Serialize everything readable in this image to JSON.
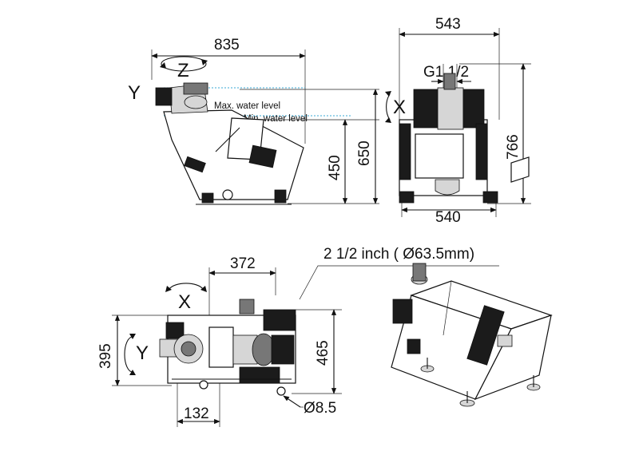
{
  "dimensions": {
    "side_width": "835",
    "side_height_water": "450",
    "side_height_total": "650",
    "front_width_top": "543",
    "front_width_base": "540",
    "front_height": "766",
    "front_port": "G1 1/2",
    "top_depth": "372",
    "top_height_left": "395",
    "top_height_right": "465",
    "top_offset": "132",
    "hole_dia": "Ø8.5",
    "outlet_note": "2 1/2 inch ( Ø63.5mm)"
  },
  "axes": {
    "z": "Z",
    "y_side": "Y",
    "x_front": "X",
    "x_top": "X",
    "y_top": "Y"
  },
  "levels": {
    "max": "Max. water level",
    "min": "Min. water level"
  },
  "colors": {
    "line": "#111111",
    "water_line": "#38a9d6",
    "background": "#ffffff"
  },
  "icons": {
    "rotation": "curved-double-arrow",
    "dimension": "arrowhead"
  }
}
